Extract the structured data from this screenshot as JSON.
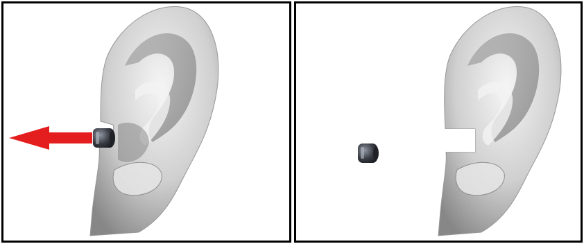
{
  "figure": {
    "panels": [
      {
        "id": "left",
        "description_key": "ear-with-earplug-removal"
      },
      {
        "id": "right",
        "description_key": "ear-after-earplug-removed"
      }
    ]
  },
  "colors": {
    "arrow": "#e41e1e",
    "ear_light": "#f3f3f3",
    "ear_mid": "#bdbdbd",
    "ear_dark": "#6d6d6d",
    "earplug": "#3a3d44",
    "border": "#000000"
  },
  "icons": {
    "left_arrow": "arrow-left-icon",
    "earplug": "earplug-icon",
    "ear": "ear-illustration"
  }
}
